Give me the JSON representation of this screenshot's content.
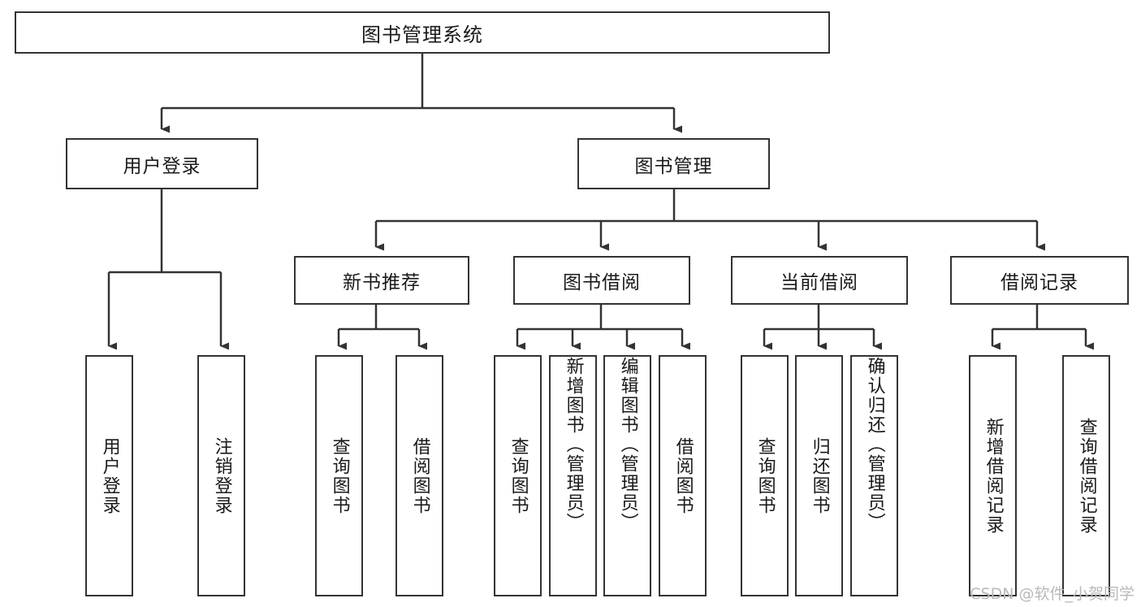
{
  "diagram": {
    "title": "图书管理系统",
    "type": "hierarchy-tree",
    "colors": {
      "box_border": "#333333",
      "box_fill": "#ffffff",
      "connector": "#333333",
      "text": "#1a1a1a",
      "watermark": "#b9b9b9"
    },
    "levels": {
      "root": {
        "label": "图书管理系统"
      },
      "level2": [
        {
          "label": "用户登录"
        },
        {
          "label": "图书管理"
        }
      ],
      "level3": [
        {
          "label": "新书推荐"
        },
        {
          "label": "图书借阅"
        },
        {
          "label": "当前借阅"
        },
        {
          "label": "借阅记录"
        }
      ],
      "leaves": {
        "user_login": [
          {
            "label": "用户登录"
          },
          {
            "label": "注销登录"
          }
        ],
        "new_book_recommend": [
          {
            "label": "查询图书"
          },
          {
            "label": "借阅图书"
          }
        ],
        "book_borrow": [
          {
            "label": "查询图书"
          },
          {
            "label": "新增图书（管理员）"
          },
          {
            "label": "编辑图书（管理员）"
          },
          {
            "label": "借阅图书"
          }
        ],
        "current_borrow": [
          {
            "label": "查询图书"
          },
          {
            "label": "归还图书"
          },
          {
            "label": "确认归还（管理员）"
          }
        ],
        "borrow_record": [
          {
            "label": "新增借阅记录"
          },
          {
            "label": "查询借阅记录"
          }
        ]
      }
    },
    "watermark": "CSDN @软件_小贺同学"
  }
}
